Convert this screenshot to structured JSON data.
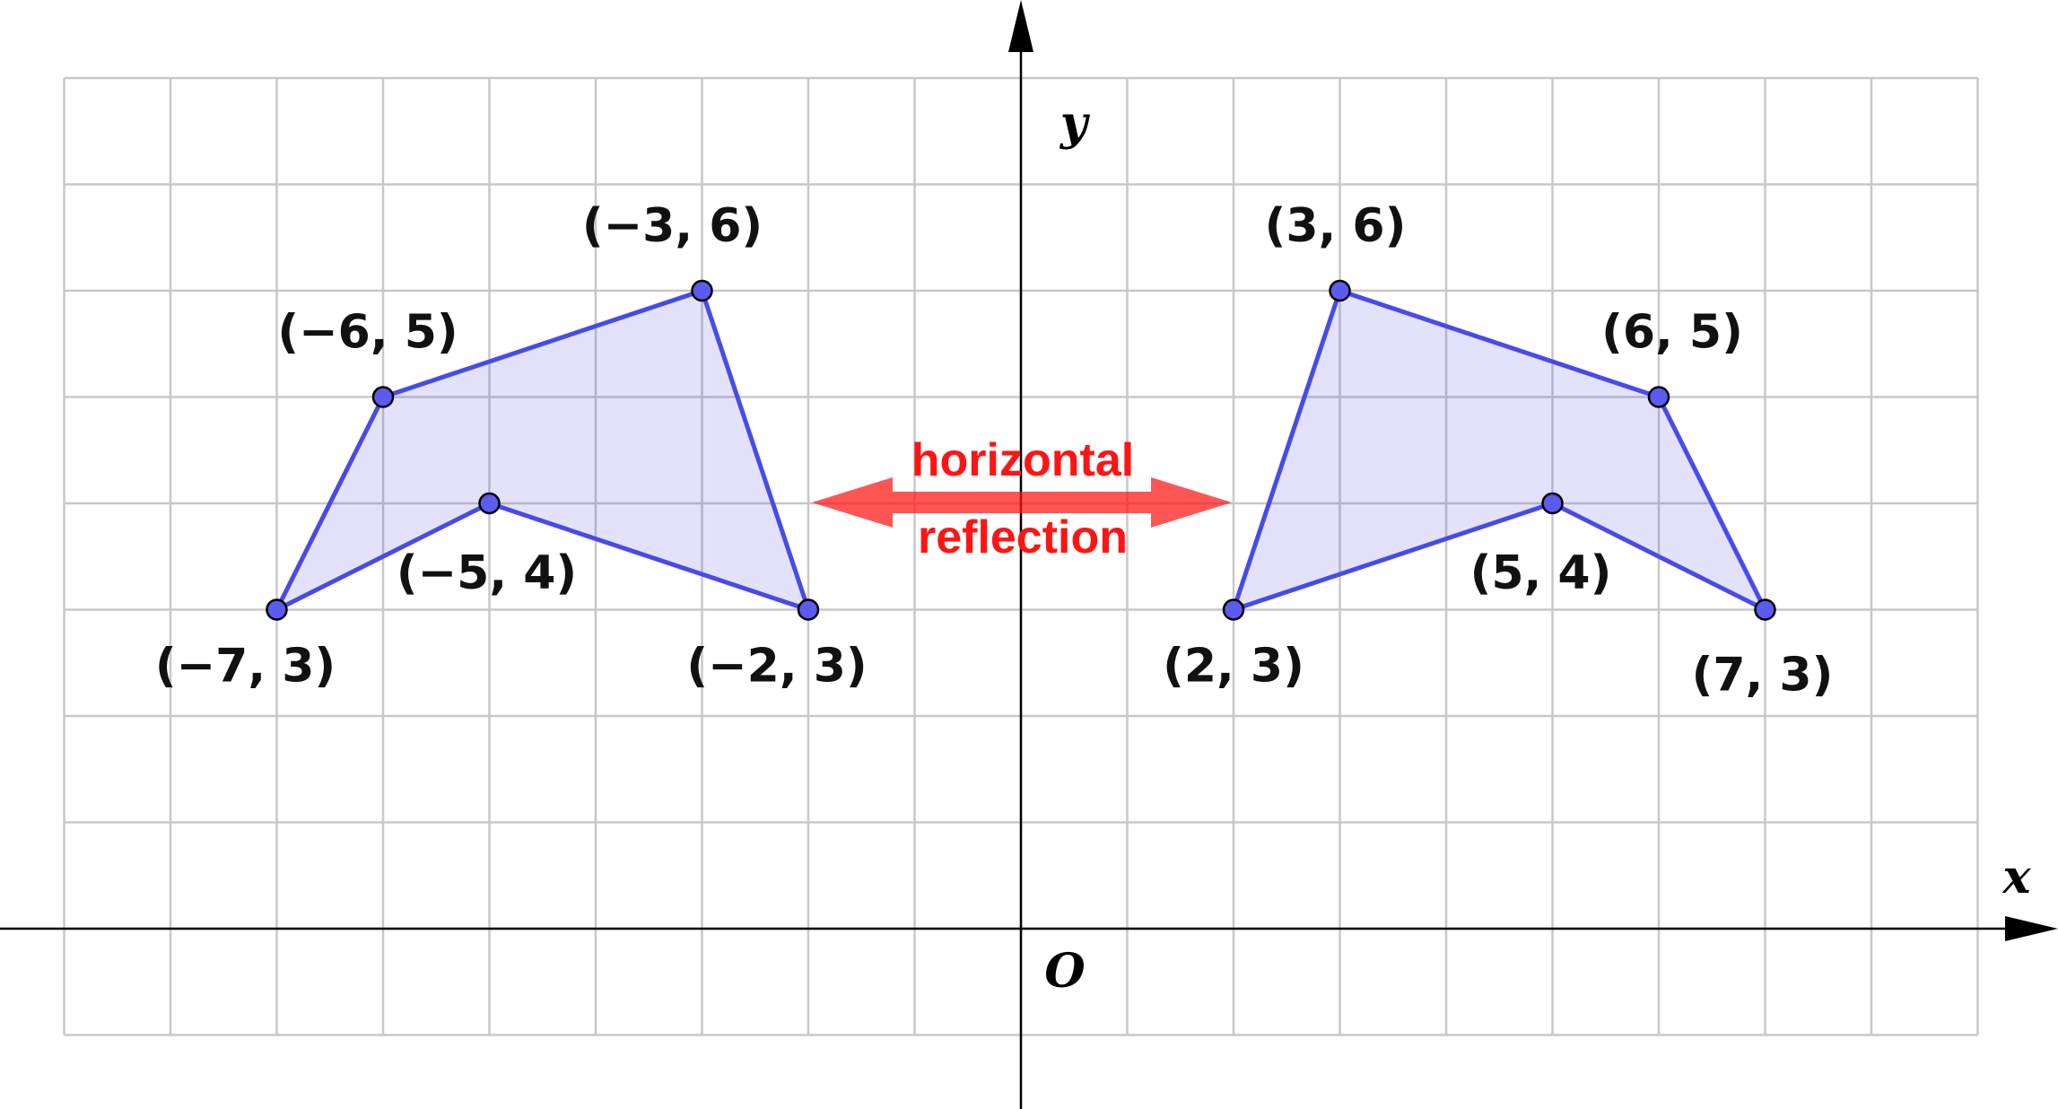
{
  "axes": {
    "x_label": "x",
    "y_label": "y",
    "origin_label": "O",
    "xlim": [
      -9,
      9
    ],
    "ylim": [
      -1,
      8
    ],
    "grid": true
  },
  "annotation": {
    "line1": "horizontal",
    "line2": "reflection",
    "color": "#ff1414"
  },
  "shape_color": "#4a4ae8",
  "shapes": [
    {
      "side": "left",
      "vertices": [
        {
          "x": -7,
          "y": 3,
          "label": "(−7, 3)"
        },
        {
          "x": -6,
          "y": 5,
          "label": "(−6, 5)"
        },
        {
          "x": -3,
          "y": 6,
          "label": "(−3, 6)"
        },
        {
          "x": -2,
          "y": 3,
          "label": "(−2, 3)"
        },
        {
          "x": -5,
          "y": 4,
          "label": "(−5, 4)"
        }
      ]
    },
    {
      "side": "right",
      "vertices": [
        {
          "x": 2,
          "y": 3,
          "label": "(2, 3)"
        },
        {
          "x": 3,
          "y": 6,
          "label": "(3, 6)"
        },
        {
          "x": 6,
          "y": 5,
          "label": "(6, 5)"
        },
        {
          "x": 7,
          "y": 3,
          "label": "(7, 3)"
        },
        {
          "x": 5,
          "y": 4,
          "label": "(5, 4)"
        }
      ]
    }
  ]
}
